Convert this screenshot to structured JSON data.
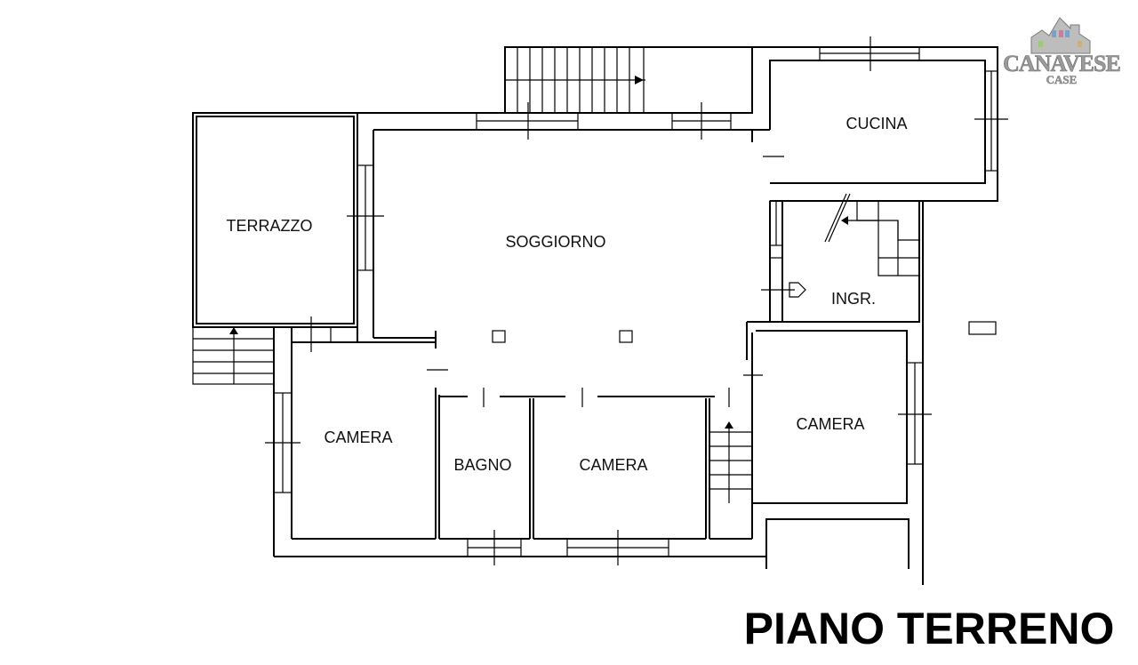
{
  "plan": {
    "title": "PIANO TERRENO",
    "rooms": {
      "terrazzo": "TERRAZZO",
      "soggiorno": "SOGGIORNO",
      "cucina": "CUCINA",
      "ingresso": "INGR.",
      "camera_left": "CAMERA",
      "bagno": "BAGNO",
      "camera_center": "CAMERA",
      "camera_right": "CAMERA"
    }
  },
  "logo": {
    "name": "CANAVESE",
    "subtitle": "CASE",
    "colors": {
      "text": "#9a9a9a",
      "windows": [
        "#7f9fc8",
        "#c87f9f",
        "#9fc87f",
        "#c8b07f"
      ]
    }
  }
}
